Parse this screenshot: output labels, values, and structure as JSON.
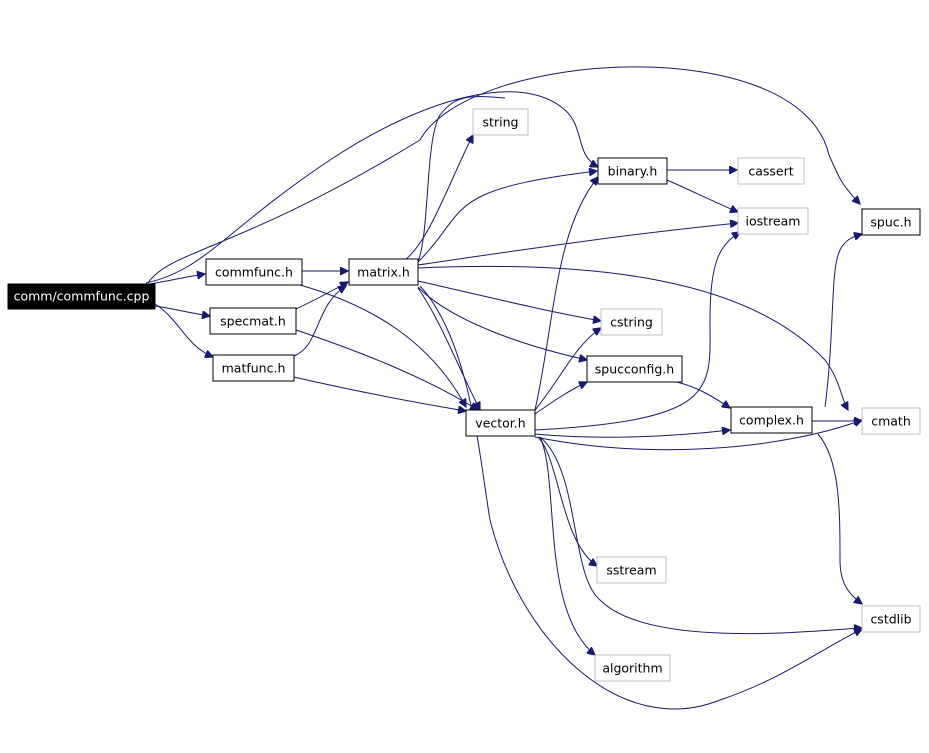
{
  "diagram": {
    "type": "include-dependency-graph",
    "colors": {
      "edge": "#191970",
      "root_fill": "#000000",
      "root_text": "#ffffff",
      "internal_border": "#000000",
      "external_border": "#bfbfbf",
      "background": "#ffffff"
    },
    "nodes": {
      "comm_commfunc_cpp": {
        "label": "comm/commfunc.cpp",
        "kind": "root"
      },
      "commfunc_h": {
        "label": "commfunc.h",
        "kind": "internal"
      },
      "specmat_h": {
        "label": "specmat.h",
        "kind": "internal"
      },
      "matfunc_h": {
        "label": "matfunc.h",
        "kind": "internal"
      },
      "matrix_h": {
        "label": "matrix.h",
        "kind": "internal"
      },
      "string": {
        "label": "string",
        "kind": "external"
      },
      "binary_h": {
        "label": "binary.h",
        "kind": "internal"
      },
      "cassert": {
        "label": "cassert",
        "kind": "external"
      },
      "iostream": {
        "label": "iostream",
        "kind": "external"
      },
      "spuc_h": {
        "label": "spuc.h",
        "kind": "internal"
      },
      "cstring": {
        "label": "cstring",
        "kind": "external"
      },
      "spucconfig_h": {
        "label": "spucconfig.h",
        "kind": "internal"
      },
      "vector_h": {
        "label": "vector.h",
        "kind": "internal"
      },
      "complex_h": {
        "label": "complex.h",
        "kind": "internal"
      },
      "cmath": {
        "label": "cmath",
        "kind": "external"
      },
      "sstream": {
        "label": "sstream",
        "kind": "external"
      },
      "cstdlib": {
        "label": "cstdlib",
        "kind": "external"
      },
      "algorithm": {
        "label": "algorithm",
        "kind": "external"
      }
    },
    "edges": [
      [
        "comm_commfunc_cpp",
        "commfunc_h"
      ],
      [
        "comm_commfunc_cpp",
        "specmat_h"
      ],
      [
        "comm_commfunc_cpp",
        "matfunc_h"
      ],
      [
        "comm_commfunc_cpp",
        "binary_h"
      ],
      [
        "comm_commfunc_cpp",
        "spuc_h"
      ],
      [
        "commfunc_h",
        "matrix_h"
      ],
      [
        "commfunc_h",
        "vector_h"
      ],
      [
        "specmat_h",
        "matrix_h"
      ],
      [
        "specmat_h",
        "vector_h"
      ],
      [
        "matfunc_h",
        "matrix_h"
      ],
      [
        "matfunc_h",
        "vector_h"
      ],
      [
        "matrix_h",
        "string"
      ],
      [
        "matrix_h",
        "binary_h"
      ],
      [
        "matrix_h",
        "iostream"
      ],
      [
        "matrix_h",
        "cstring"
      ],
      [
        "matrix_h",
        "spucconfig_h"
      ],
      [
        "matrix_h",
        "vector_h"
      ],
      [
        "matrix_h",
        "cmath"
      ],
      [
        "matrix_h",
        "cstdlib"
      ],
      [
        "binary_h",
        "cassert"
      ],
      [
        "binary_h",
        "iostream"
      ],
      [
        "vector_h",
        "binary_h"
      ],
      [
        "vector_h",
        "cstring"
      ],
      [
        "vector_h",
        "spucconfig_h"
      ],
      [
        "vector_h",
        "iostream"
      ],
      [
        "vector_h",
        "complex_h"
      ],
      [
        "vector_h",
        "cmath"
      ],
      [
        "vector_h",
        "sstream"
      ],
      [
        "vector_h",
        "algorithm"
      ],
      [
        "vector_h",
        "cstdlib"
      ],
      [
        "spucconfig_h",
        "complex_h"
      ],
      [
        "complex_h",
        "cmath"
      ],
      [
        "complex_h",
        "spuc_h"
      ],
      [
        "complex_h",
        "cstdlib"
      ]
    ]
  }
}
